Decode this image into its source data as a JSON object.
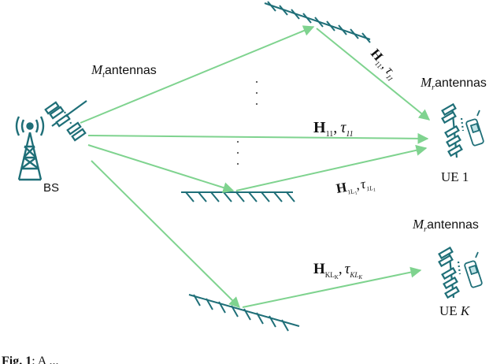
{
  "labels": {
    "mt_antennas": "antennas",
    "mt_symbol": "M",
    "mt_sub": "t",
    "mr_symbol": "M",
    "mr_sub": "r",
    "mr_antennas": "antennas",
    "mr_antennas_k": "antennas",
    "bs": "BS",
    "ue1": "UE 1",
    "uek_prefix": "UE ",
    "uek_k": "K",
    "h11_direct": "H",
    "h11_direct_sub": "11",
    "tau11_direct": "τ",
    "tau11_direct_sub": "11",
    "h11_reflect": "H",
    "h11_reflect_sub": "11",
    "tau11_reflect": "τ",
    "tau11_reflect_sub": "11",
    "h1l1": "H",
    "h1l1_sub": "1L",
    "h1l1_subsub": "1",
    "tau1l1": "τ",
    "tau1l1_sub": "1L",
    "tau1l1_subsub": "1",
    "hklk": "H",
    "hklk_sub": "KL",
    "hklk_subsub": "K",
    "tauklk": "τ",
    "tauklk_sub": "KL",
    "tauklk_subsub": "K",
    "comma": ","
  },
  "caption": {
    "bold": "Fig. 1",
    "text": ": A ..."
  },
  "colors": {
    "ray": "#7fd38f",
    "ink": "#111111",
    "reflector": "#1f6f78",
    "phone": "#1f6f78"
  }
}
